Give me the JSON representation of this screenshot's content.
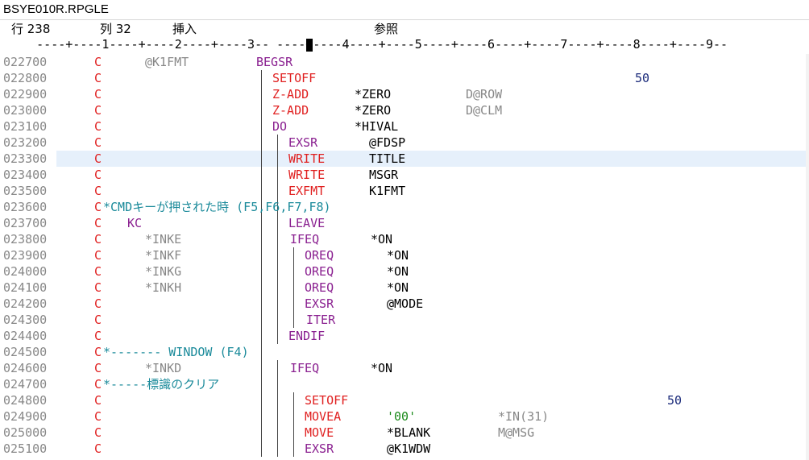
{
  "window": {
    "title": "BSYE010R.RPGLE"
  },
  "status": {
    "line": "行 238",
    "column": "列 32",
    "mode": "挿入",
    "view": "参照"
  },
  "ruler": {
    "text": "     ----+----1----+----2----+----3-- ----+----4----+----5----+----6----+----7----+----8----+----9--"
  },
  "lines": [
    {
      "num": "022700",
      "spec": "C",
      "parts": [
        {
          "t": "@K1FMT",
          "cls": "txt-gray",
          "col": 180
        },
        {
          "t": "BEGSR",
          "cls": "op-pur",
          "col": 318
        }
      ],
      "depth": 0
    },
    {
      "num": "022800",
      "spec": "C",
      "parts": [
        {
          "t": "SETOFF",
          "cls": "op-red",
          "col": 338
        },
        {
          "t": "50",
          "cls": "txt-navy",
          "col": 788
        }
      ],
      "depth": 1
    },
    {
      "num": "022900",
      "spec": "C",
      "parts": [
        {
          "t": "Z-ADD",
          "cls": "op-red",
          "col": 338
        },
        {
          "t": "*ZERO",
          "cls": "txt-norm",
          "col": 440
        },
        {
          "t": "D@ROW",
          "cls": "txt-gray",
          "col": 578
        }
      ],
      "depth": 1
    },
    {
      "num": "023000",
      "spec": "C",
      "parts": [
        {
          "t": "Z-ADD",
          "cls": "op-red",
          "col": 338
        },
        {
          "t": "*ZERO",
          "cls": "txt-norm",
          "col": 440
        },
        {
          "t": "D@CLM",
          "cls": "txt-gray",
          "col": 578
        }
      ],
      "depth": 1
    },
    {
      "num": "023100",
      "spec": "C",
      "parts": [
        {
          "t": "DO",
          "cls": "op-pur",
          "col": 338
        },
        {
          "t": "*HIVAL",
          "cls": "txt-norm",
          "col": 440
        }
      ],
      "depth": 1
    },
    {
      "num": "023200",
      "spec": "C",
      "parts": [
        {
          "t": "EXSR",
          "cls": "op-pur",
          "col": 358
        },
        {
          "t": "@FDSP",
          "cls": "txt-norm",
          "col": 458
        }
      ],
      "depth": 2
    },
    {
      "num": "023300",
      "spec": "C",
      "parts": [
        {
          "t": "WRITE",
          "cls": "op-red",
          "col": 358
        },
        {
          "t": "TITLE",
          "cls": "txt-norm",
          "col": 458
        }
      ],
      "depth": 2,
      "highlight": true
    },
    {
      "num": "023400",
      "spec": "C",
      "parts": [
        {
          "t": "WRITE",
          "cls": "op-red",
          "col": 358
        },
        {
          "t": "MSGR",
          "cls": "txt-norm",
          "col": 458
        }
      ],
      "depth": 2
    },
    {
      "num": "023500",
      "spec": "C",
      "parts": [
        {
          "t": "EXFMT",
          "cls": "op-red",
          "col": 358
        },
        {
          "t": "K1FMT",
          "cls": "txt-norm",
          "col": 458
        }
      ],
      "depth": 2
    },
    {
      "num": "023600",
      "spec": "C",
      "parts": [
        {
          "t": "*CMDキーが押された時 (F5,F6,F7,F8)",
          "cls": "cmt",
          "col": 128
        }
      ],
      "depth": 2
    },
    {
      "num": "023700",
      "spec": "C",
      "parts": [
        {
          "t": "KC",
          "cls": "op-pur",
          "col": 158
        },
        {
          "t": "LEAVE",
          "cls": "op-pur",
          "col": 358
        }
      ],
      "depth": 2
    },
    {
      "num": "023800",
      "spec": "C",
      "parts": [
        {
          "t": "*INKE",
          "cls": "txt-gray",
          "col": 180
        },
        {
          "t": "IFEQ",
          "cls": "op-pur",
          "col": 360
        },
        {
          "t": "*ON",
          "cls": "txt-norm",
          "col": 460
        }
      ],
      "depth": 2
    },
    {
      "num": "023900",
      "spec": "C",
      "parts": [
        {
          "t": "*INKF",
          "cls": "txt-gray",
          "col": 180
        },
        {
          "t": "OREQ",
          "cls": "op-pur",
          "col": 378
        },
        {
          "t": "*ON",
          "cls": "txt-norm",
          "col": 480
        }
      ],
      "depth": 3
    },
    {
      "num": "024000",
      "spec": "C",
      "parts": [
        {
          "t": "*INKG",
          "cls": "txt-gray",
          "col": 180
        },
        {
          "t": "OREQ",
          "cls": "op-pur",
          "col": 378
        },
        {
          "t": "*ON",
          "cls": "txt-norm",
          "col": 480
        }
      ],
      "depth": 3
    },
    {
      "num": "024100",
      "spec": "C",
      "parts": [
        {
          "t": "*INKH",
          "cls": "txt-gray",
          "col": 180
        },
        {
          "t": "OREQ",
          "cls": "op-pur",
          "col": 378
        },
        {
          "t": "*ON",
          "cls": "txt-norm",
          "col": 480
        }
      ],
      "depth": 3
    },
    {
      "num": "024200",
      "spec": "C",
      "parts": [
        {
          "t": "EXSR",
          "cls": "op-pur",
          "col": 378
        },
        {
          "t": "@MODE",
          "cls": "txt-norm",
          "col": 480
        }
      ],
      "depth": 3
    },
    {
      "num": "024300",
      "spec": "C",
      "parts": [
        {
          "t": "ITER",
          "cls": "op-pur",
          "col": 380
        }
      ],
      "depth": 3
    },
    {
      "num": "024400",
      "spec": "C",
      "parts": [
        {
          "t": "ENDIF",
          "cls": "op-pur",
          "col": 358
        }
      ],
      "depth": 2
    },
    {
      "num": "024500",
      "spec": "C",
      "parts": [
        {
          "t": "*------- WINDOW (F4)",
          "cls": "cmt",
          "col": 128
        }
      ],
      "depth": 1
    },
    {
      "num": "024600",
      "spec": "C",
      "parts": [
        {
          "t": "*INKD",
          "cls": "txt-gray",
          "col": 180
        },
        {
          "t": "IFEQ",
          "cls": "op-pur",
          "col": 360
        },
        {
          "t": "*ON",
          "cls": "txt-norm",
          "col": 460
        }
      ],
      "depth": 2
    },
    {
      "num": "024700",
      "spec": "C",
      "parts": [
        {
          "t": "*-----標識のクリア",
          "cls": "cmt",
          "col": 128
        }
      ],
      "depth": 2
    },
    {
      "num": "024800",
      "spec": "C",
      "parts": [
        {
          "t": "SETOFF",
          "cls": "op-red",
          "col": 378
        },
        {
          "t": "50",
          "cls": "txt-navy",
          "col": 828
        }
      ],
      "depth": 3
    },
    {
      "num": "024900",
      "spec": "C",
      "parts": [
        {
          "t": "MOVEA",
          "cls": "op-red",
          "col": 378
        },
        {
          "t": "'00'",
          "cls": "txt-green",
          "col": 480
        },
        {
          "t": "*IN(31)",
          "cls": "txt-gray",
          "col": 618
        }
      ],
      "depth": 3
    },
    {
      "num": "025000",
      "spec": "C",
      "parts": [
        {
          "t": "MOVE",
          "cls": "op-red",
          "col": 378
        },
        {
          "t": "*BLANK",
          "cls": "txt-norm",
          "col": 480
        },
        {
          "t": "M@MSG",
          "cls": "txt-gray",
          "col": 618
        }
      ],
      "depth": 3
    },
    {
      "num": "025100",
      "spec": "C",
      "parts": [
        {
          "t": "EXSR",
          "cls": "op-pur",
          "col": 378
        },
        {
          "t": "@K1WDW",
          "cls": "txt-norm",
          "col": 480
        }
      ],
      "depth": 3
    }
  ]
}
